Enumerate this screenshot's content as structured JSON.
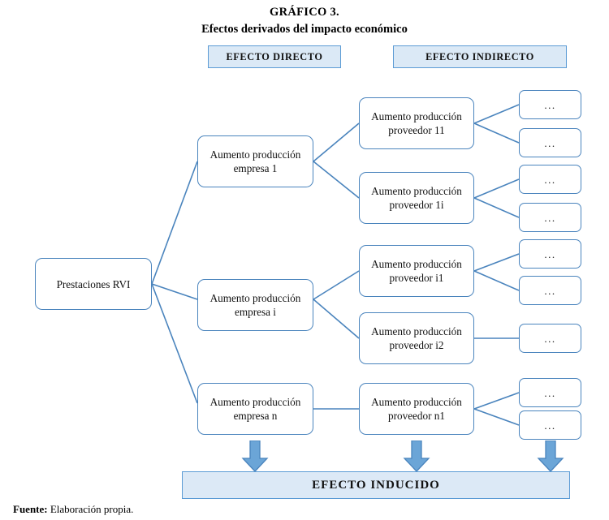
{
  "figure": {
    "title_number": "GRÁFICO 3.",
    "title_text": "Efectos derivados del impacto económico"
  },
  "banners": {
    "direct": "EFECTO DIRECTO",
    "indirect": "EFECTO INDIRECTO"
  },
  "root": {
    "label": "Prestaciones RVI"
  },
  "direct_nodes": [
    {
      "line1": "Aumento producción",
      "line2": "empresa 1"
    },
    {
      "line1": "Aumento producción",
      "line2": "empresa i"
    },
    {
      "line1": "Aumento producción",
      "line2": "empresa n"
    }
  ],
  "indirect_nodes": [
    {
      "line1": "Aumento producción",
      "line2": "proveedor 11"
    },
    {
      "line1": "Aumento producción",
      "line2": "proveedor 1i"
    },
    {
      "line1": "Aumento producción",
      "line2": "proveedor i1"
    },
    {
      "line1": "Aumento producción",
      "line2": "proveedor i2"
    },
    {
      "line1": "Aumento producción",
      "line2": "proveedor n1"
    }
  ],
  "leaf_nodes": [
    {
      "label": "..."
    },
    {
      "label": "..."
    },
    {
      "label": "..."
    },
    {
      "label": "..."
    },
    {
      "label": "..."
    },
    {
      "label": "..."
    },
    {
      "label": "..."
    },
    {
      "label": "..."
    },
    {
      "label": "..."
    }
  ],
  "induced": {
    "label": "EFECTO INDUCIDO"
  },
  "source": {
    "label": "Fuente:",
    "text": " Elaboración propia."
  },
  "colors": {
    "line": "#4a84bd",
    "box_border": "#4a84bd",
    "banner_border": "#5b9bd5",
    "banner_fill": "#dbe9f6",
    "arrow_fill": "#6ba5d7",
    "arrow_stroke": "#4a84bd",
    "text": "#111111",
    "background": "#ffffff"
  }
}
